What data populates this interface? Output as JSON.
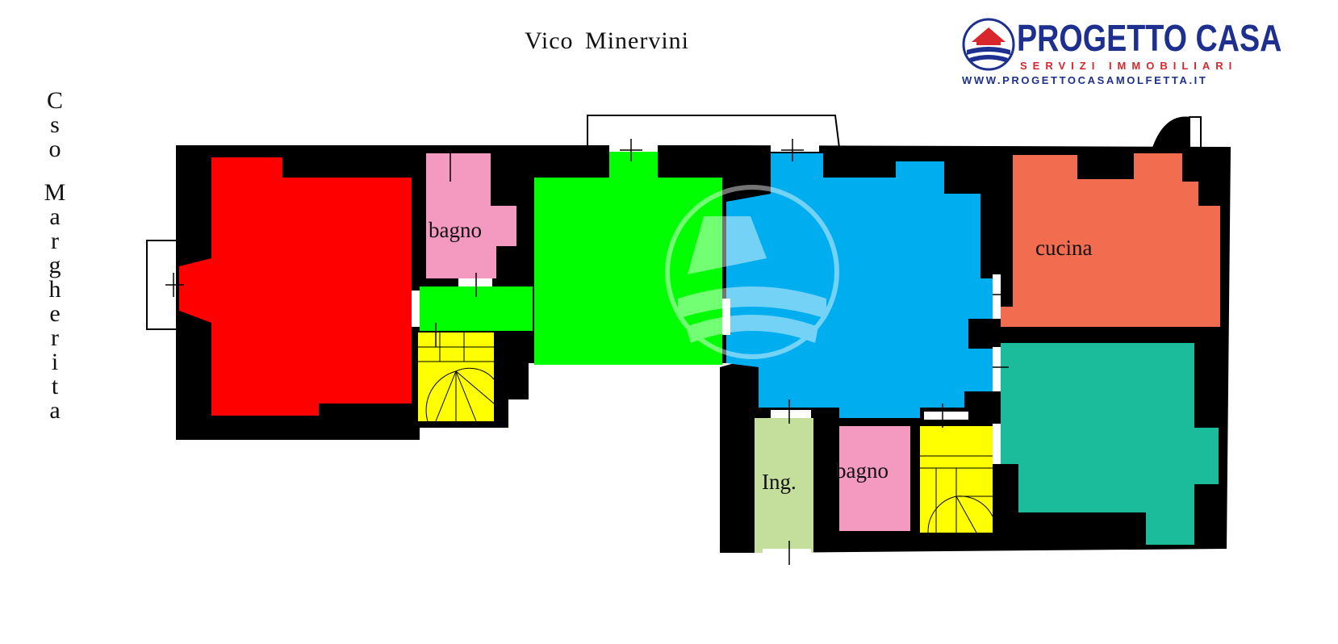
{
  "streets": {
    "top": "Vico  Minervini",
    "side_word1": [
      "C",
      "s",
      "o"
    ],
    "side_word2": [
      "M",
      "a",
      "r",
      "g",
      "h",
      "e",
      "r",
      "i",
      "t",
      "a"
    ]
  },
  "rooms": {
    "bagno_1": "bagno",
    "cucina": "cucina",
    "ingresso": "Ing.",
    "bagno_2": "bagno"
  },
  "logo": {
    "title": "PROGETTO CASA",
    "subtitle": "SERVIZI IMMOBILIARI",
    "url": "WWW.PROGETTOCASAMOLFETTA.IT"
  },
  "colors": {
    "wall": "#000000",
    "room_red": "#ff0000",
    "room_pink": "#f49ac1",
    "room_green": "#00ff00",
    "room_blue": "#00aeef",
    "room_salmon": "#f26c4f",
    "room_teal": "#1abc9c",
    "room_yellow": "#ffff00",
    "room_sage": "#c4df9b",
    "logo_blue": "#1d2f8f",
    "logo_red": "#d8262c"
  }
}
